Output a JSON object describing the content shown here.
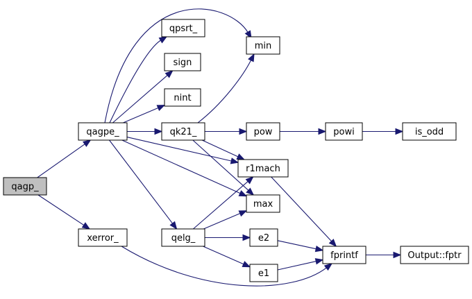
{
  "diagram": {
    "nodes": [
      {
        "id": "qagp",
        "label": "qagp_",
        "root": true
      },
      {
        "id": "qagpe",
        "label": "qagpe_"
      },
      {
        "id": "xerror",
        "label": "xerror_"
      },
      {
        "id": "qpsrt",
        "label": "qpsrt_"
      },
      {
        "id": "sign",
        "label": "sign"
      },
      {
        "id": "nint",
        "label": "nint"
      },
      {
        "id": "qk21",
        "label": "qk21_"
      },
      {
        "id": "min",
        "label": "min"
      },
      {
        "id": "pow",
        "label": "pow"
      },
      {
        "id": "powi",
        "label": "powi"
      },
      {
        "id": "is_odd",
        "label": "is_odd"
      },
      {
        "id": "r1mach",
        "label": "r1mach"
      },
      {
        "id": "max",
        "label": "max"
      },
      {
        "id": "qelg",
        "label": "qelg_"
      },
      {
        "id": "e2",
        "label": "e2"
      },
      {
        "id": "e1",
        "label": "e1"
      },
      {
        "id": "fprintf",
        "label": "fprintf"
      },
      {
        "id": "output_fptr",
        "label": "Output::fptr"
      }
    ],
    "edges": [
      {
        "from": "qagp",
        "to": "qagpe"
      },
      {
        "from": "qagp",
        "to": "xerror"
      },
      {
        "from": "qagpe",
        "to": "min"
      },
      {
        "from": "qagpe",
        "to": "qpsrt"
      },
      {
        "from": "qagpe",
        "to": "sign"
      },
      {
        "from": "qagpe",
        "to": "nint"
      },
      {
        "from": "qagpe",
        "to": "qk21"
      },
      {
        "from": "qagpe",
        "to": "r1mach"
      },
      {
        "from": "qagpe",
        "to": "max"
      },
      {
        "from": "qagpe",
        "to": "qelg"
      },
      {
        "from": "qk21",
        "to": "min"
      },
      {
        "from": "qk21",
        "to": "pow"
      },
      {
        "from": "qk21",
        "to": "r1mach"
      },
      {
        "from": "qk21",
        "to": "max"
      },
      {
        "from": "pow",
        "to": "powi"
      },
      {
        "from": "powi",
        "to": "is_odd"
      },
      {
        "from": "r1mach",
        "to": "fprintf"
      },
      {
        "from": "qelg",
        "to": "r1mach"
      },
      {
        "from": "qelg",
        "to": "max"
      },
      {
        "from": "qelg",
        "to": "e2"
      },
      {
        "from": "qelg",
        "to": "e1"
      },
      {
        "from": "e2",
        "to": "fprintf"
      },
      {
        "from": "e1",
        "to": "fprintf"
      },
      {
        "from": "xerror",
        "to": "fprintf"
      },
      {
        "from": "fprintf",
        "to": "output_fptr"
      }
    ]
  },
  "colors": {
    "edge": "#191970",
    "root_fill": "#bfbfbf",
    "node_fill": "#ffffff",
    "border": "#000000"
  }
}
